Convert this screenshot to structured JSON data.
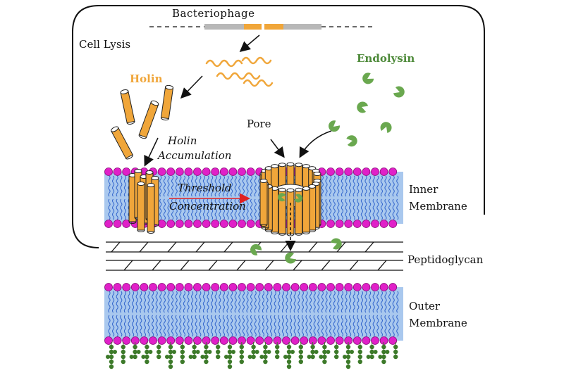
{
  "labels": {
    "bacteriophage": "Bacteriophage",
    "cell_lysis": "Cell Lysis",
    "holin": "Holin",
    "endolysin": "Endolysin",
    "pore": "Pore",
    "holin_accumulation_1": "Holin",
    "holin_accumulation_2": "Accumulation",
    "threshold_1": "Threshold",
    "threshold_2": "Concentration",
    "inner_membrane_1": "Inner",
    "inner_membrane_2": "Membrane",
    "peptidoglycan": "Peptidoglycan",
    "outer_membrane_1": "Outer",
    "outer_membrane_2": "Membrane"
  },
  "colors": {
    "holin": "#f0a63a",
    "endolysin": "#6aa84f",
    "lipid_head": "#e020c8",
    "membrane_fill": "#a9c8ee",
    "lps": "#3d7a2a",
    "arrow_red": "#e02020"
  }
}
